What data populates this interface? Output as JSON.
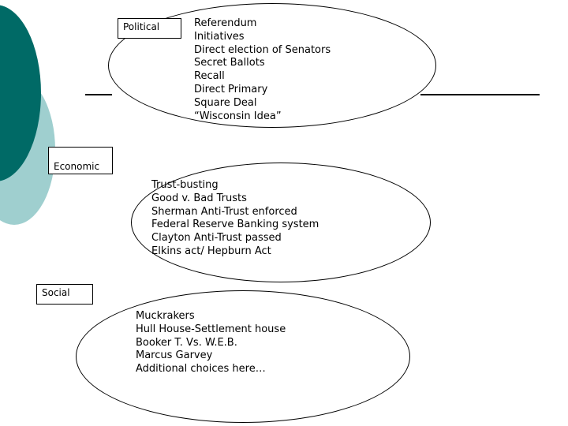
{
  "colors": {
    "dark_teal": "#006a66",
    "light_teal": "#9fcfcf"
  },
  "sections": [
    {
      "label": "Political",
      "items": [
        "Referendum",
        "Initiatives",
        "Direct election of Senators",
        "Secret Ballots",
        "Recall",
        "Direct Primary",
        "Square Deal",
        "“Wisconsin Idea”"
      ]
    },
    {
      "label": "Economic",
      "items": [
        "Trust-busting",
        "Good v. Bad Trusts",
        "Sherman Anti-Trust enforced",
        "Federal Reserve Banking system",
        "Clayton Anti-Trust passed",
        "Elkins act/ Hepburn Act"
      ]
    },
    {
      "label": "Social",
      "items": [
        "Muckrakers",
        "Hull House-Settlement house",
        "Booker T. Vs. W.E.B.",
        "Marcus Garvey",
        "Additional choices here…"
      ]
    }
  ]
}
